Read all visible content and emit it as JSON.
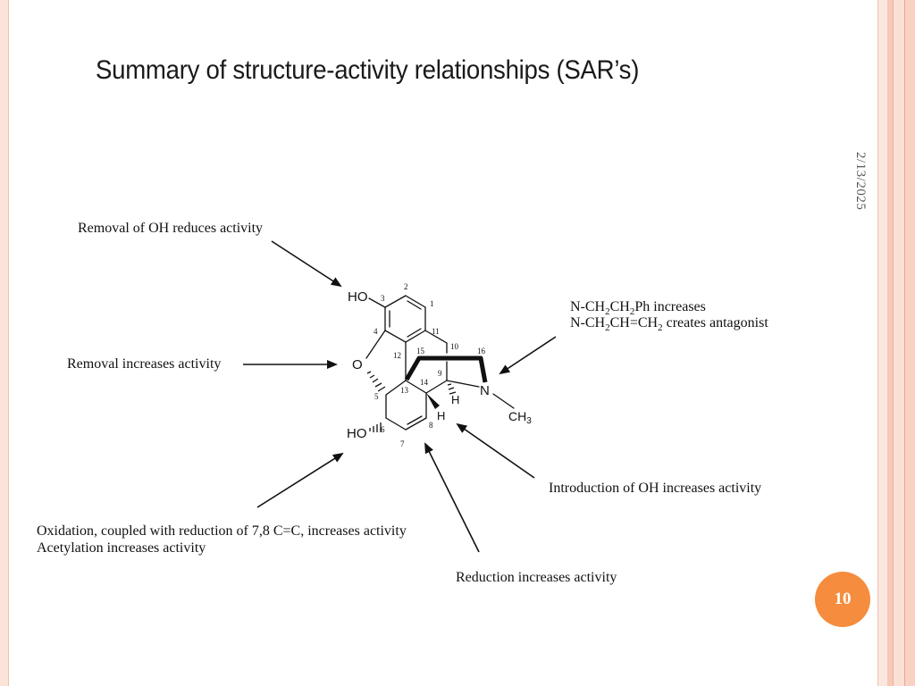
{
  "slide": {
    "title": "Summary of structure-activity relationships (SAR’s)",
    "date": "2/13/2025",
    "page_number": "10",
    "accent_color": "#f58c3e"
  },
  "annotations": {
    "oh_removal": "Removal of OH reduces activity",
    "o_removal": "Removal increases activity",
    "n_sub_line1_a": "N-CH",
    "n_sub_line1_b": "2",
    "n_sub_line1_c": "CH",
    "n_sub_line1_d": "2",
    "n_sub_line1_e": "Ph increases",
    "n_sub_line2_a": "N-CH",
    "n_sub_line2_b": "2",
    "n_sub_line2_c": "CH=CH",
    "n_sub_line2_d": "2",
    "n_sub_line2_e": " creates antagonist",
    "oh_intro": "Introduction of OH increases activity",
    "oxidation": "Oxidation, coupled with reduction of 7,8 C=C, increases activity",
    "acetylation": "Acetylation increases activity",
    "reduction": "Reduction increases activity"
  },
  "molecule": {
    "groups": {
      "ho_top": "HO",
      "o_ring": "O",
      "ho_bottom": "HO",
      "n": "N",
      "ch3_c": "CH",
      "ch3_3": "3",
      "h_9": "H",
      "h_14": "H"
    },
    "numbers": [
      "1",
      "2",
      "3",
      "4",
      "5",
      "6",
      "7",
      "8",
      "9",
      "10",
      "11",
      "12",
      "13",
      "14",
      "15",
      "16"
    ]
  }
}
